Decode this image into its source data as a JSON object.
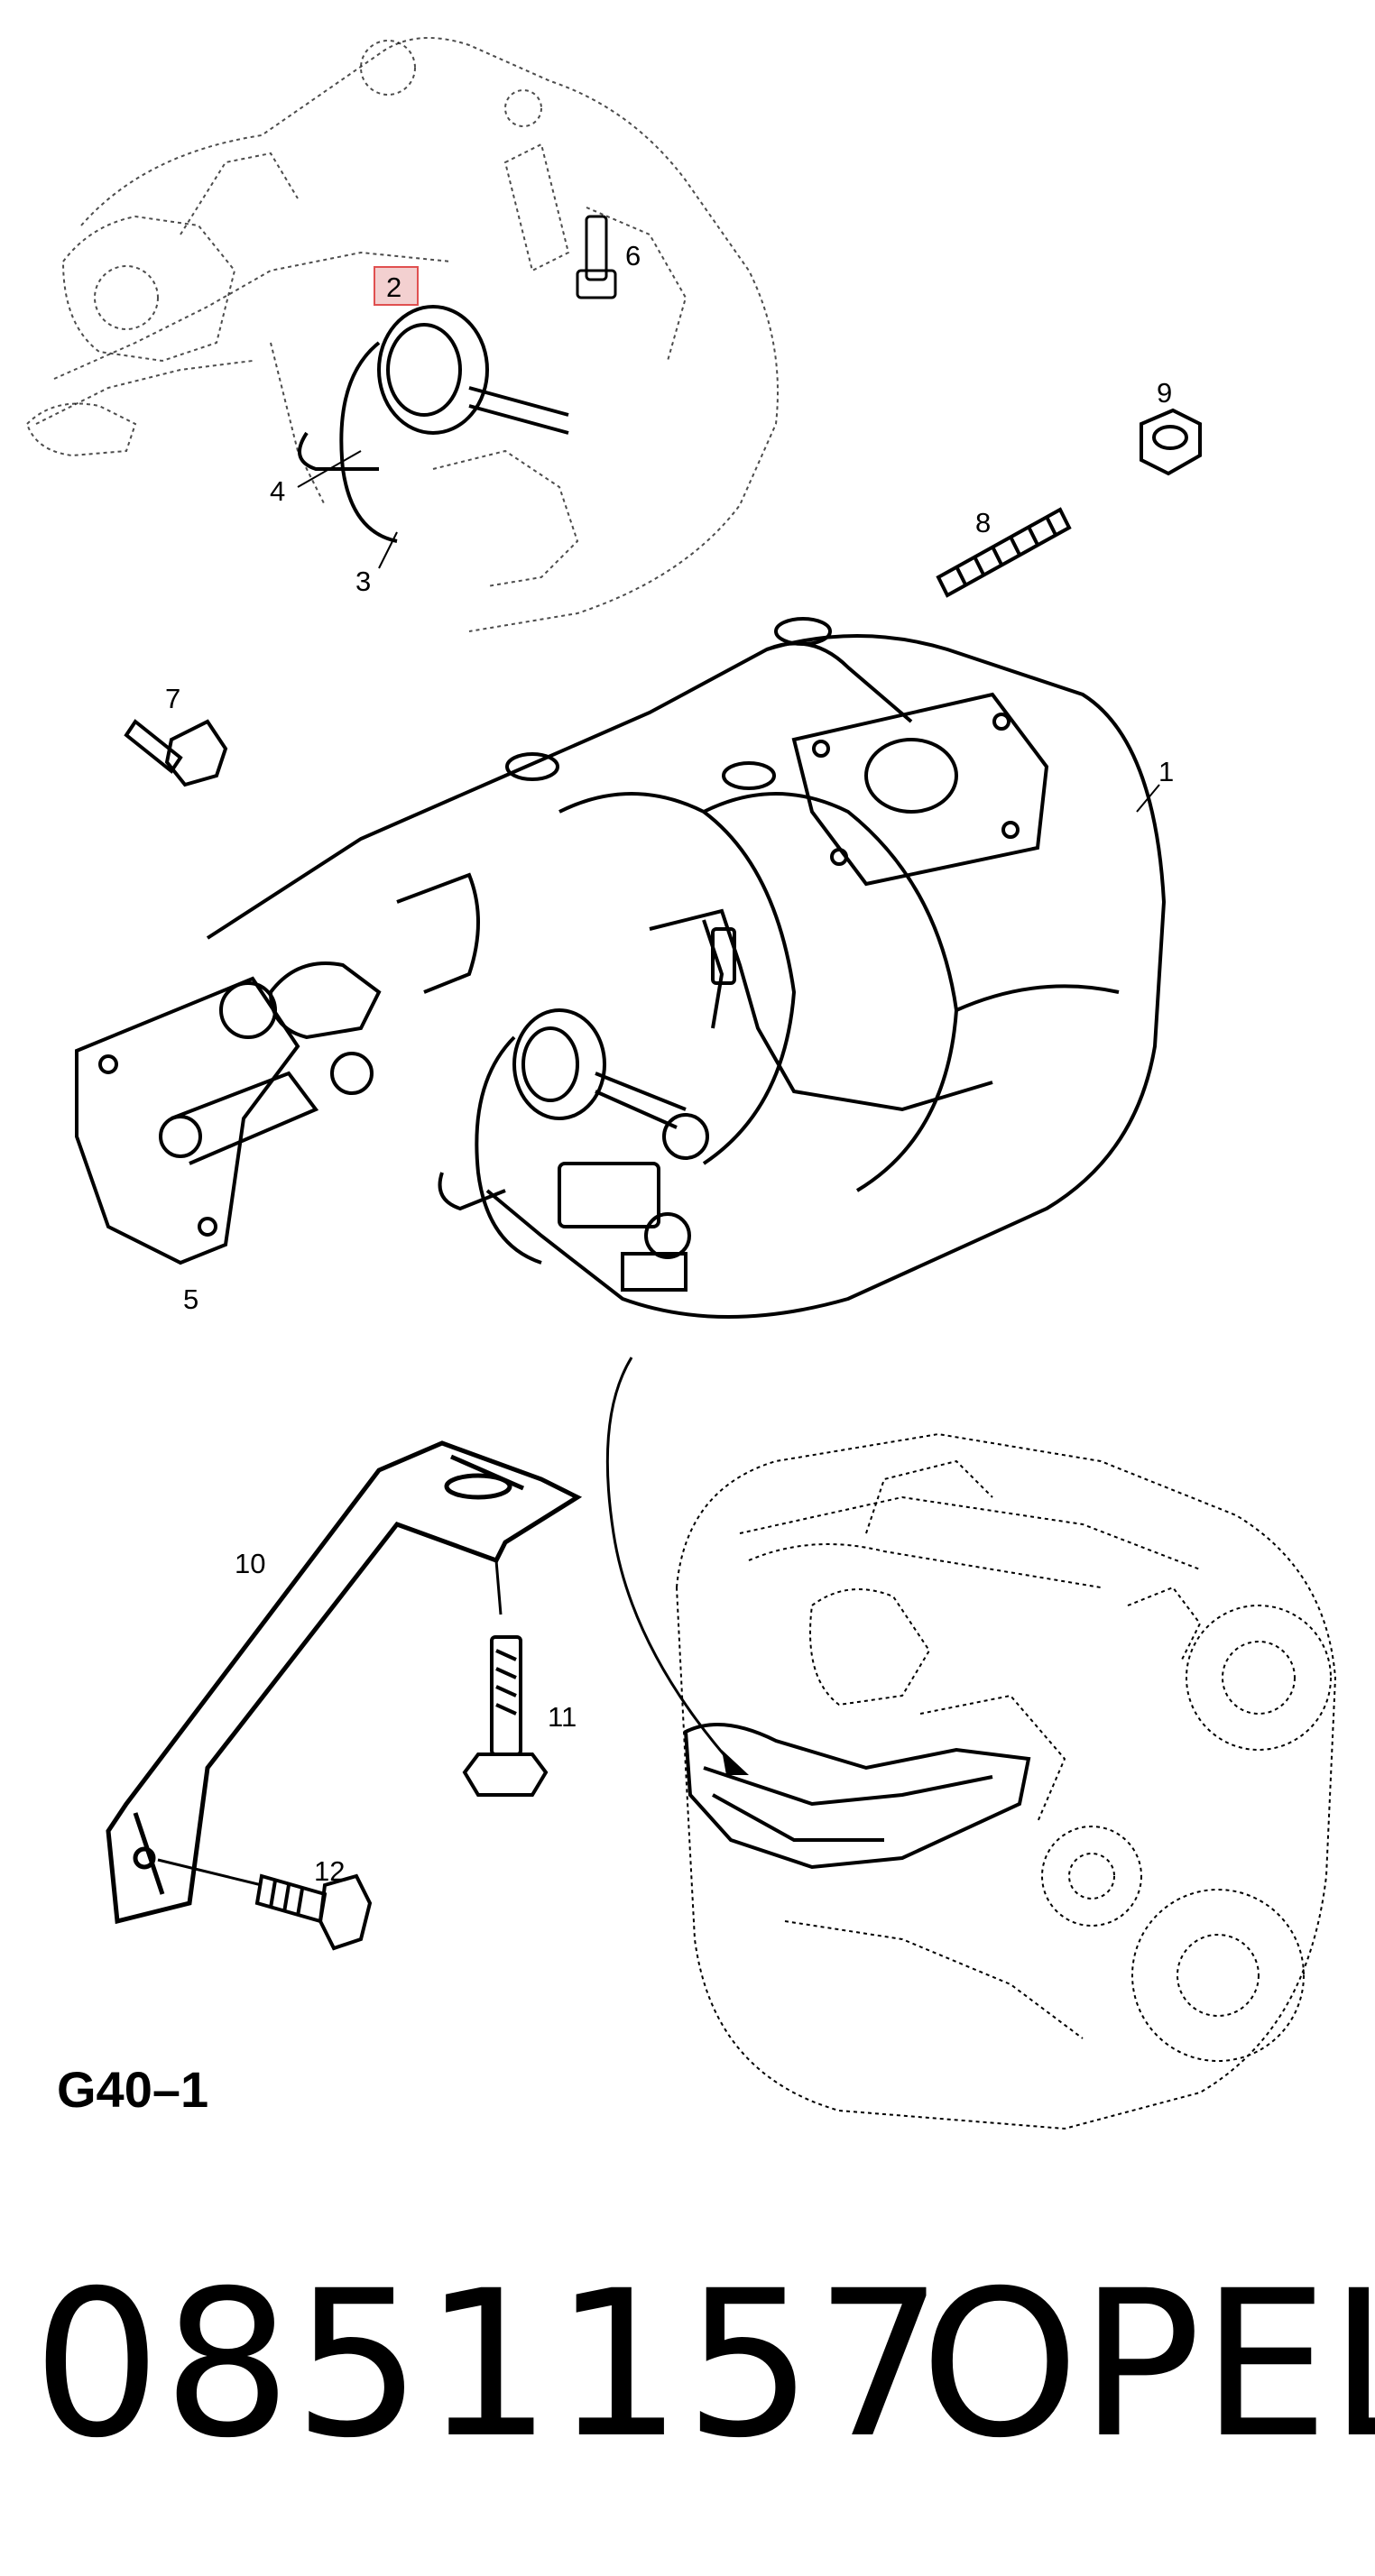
{
  "diagram": {
    "callouts": [
      {
        "id": "1",
        "label": "1"
      },
      {
        "id": "2",
        "label": "2",
        "highlight": true
      },
      {
        "id": "3",
        "label": "3"
      },
      {
        "id": "4",
        "label": "4"
      },
      {
        "id": "5",
        "label": "5"
      },
      {
        "id": "6",
        "label": "6"
      },
      {
        "id": "7",
        "label": "7"
      },
      {
        "id": "8",
        "label": "8"
      },
      {
        "id": "9",
        "label": "9"
      },
      {
        "id": "10",
        "label": "10"
      },
      {
        "id": "11",
        "label": "11"
      },
      {
        "id": "12",
        "label": "12"
      }
    ],
    "figure_code": "G40–1",
    "highlight_color": "#e05050"
  },
  "footer": {
    "part_number": "0851157",
    "brand": "OPEL"
  }
}
